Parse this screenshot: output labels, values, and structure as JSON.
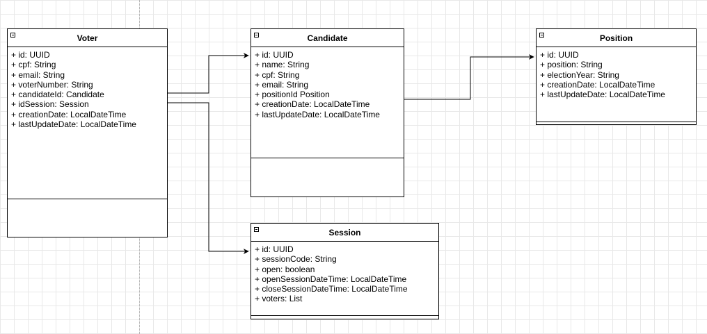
{
  "classes": {
    "voter": {
      "title": "Voter",
      "attributes": [
        "+ id: UUID",
        "+ cpf: String",
        "+ email: String",
        "+ voterNumber: String",
        "+ candidateId: Candidate",
        "+ idSession: Session",
        "+ creationDate: LocalDateTime",
        "+ lastUpdateDate: LocalDateTime"
      ]
    },
    "candidate": {
      "title": "Candidate",
      "attributes": [
        "+ id: UUID",
        "+ name: String",
        "+ cpf: String",
        "+ email: String",
        "+ positionId Position",
        "+ creationDate: LocalDateTime",
        "+ lastUpdateDate: LocalDateTime"
      ]
    },
    "position": {
      "title": "Position",
      "attributes": [
        "+ id: UUID",
        "+ position: String",
        "+ electionYear: String",
        "+ creationDate: LocalDateTime",
        "+ lastUpdateDate: LocalDateTime"
      ]
    },
    "session": {
      "title": "Session",
      "attributes": [
        "+ id: UUID",
        "+ sessionCode: String",
        "+ open: boolean",
        "+ openSessionDateTime: LocalDateTime",
        "+ closeSessionDateTime: LocalDateTime",
        "+ voters: List"
      ]
    }
  },
  "colors": {
    "border": "#000000",
    "grid": "#e8e8e8",
    "background": "#ffffff"
  }
}
